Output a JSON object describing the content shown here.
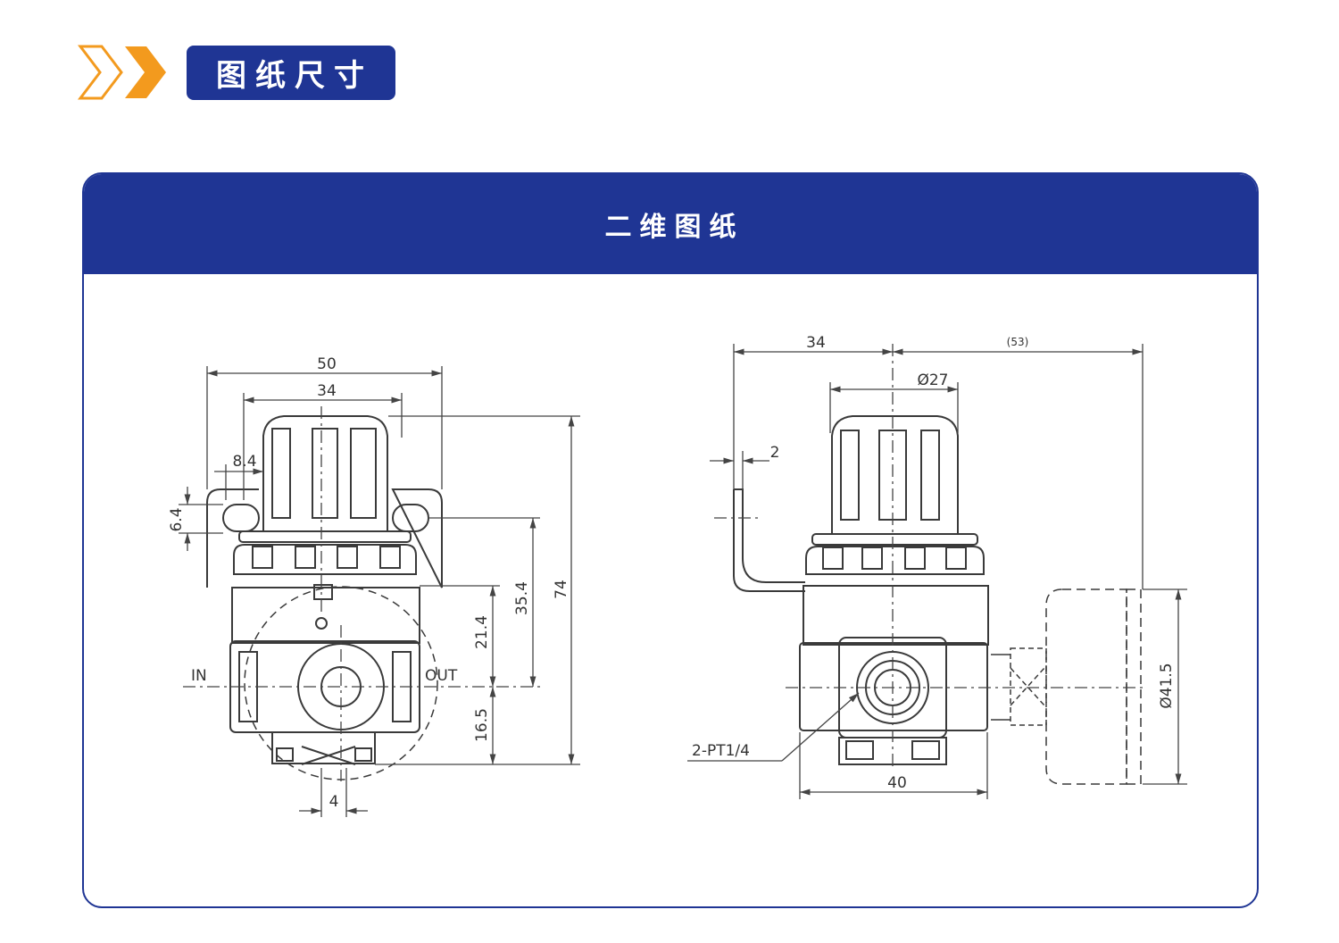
{
  "header": {
    "title": "图纸尺寸",
    "icon": "double-chevron-icon",
    "accent": "#f39a1e",
    "brand": "#1f3594"
  },
  "card": {
    "title": "二维图纸"
  },
  "front_view": {
    "dims": {
      "width_50": "50",
      "width_34": "34",
      "offset_8_4": "8.4",
      "slot_6_4": "6.4",
      "h_35_4": "35.4",
      "h_74": "74",
      "h_21_4": "21.4",
      "h_16_5": "16.5",
      "w_4": "4"
    },
    "labels": {
      "in": "IN",
      "out": "OUT"
    }
  },
  "side_view": {
    "dims": {
      "w_34": "34",
      "w_53": "(53)",
      "dia_27": "Ø27",
      "t_2": "2",
      "w_40": "40",
      "dia_41_5": "Ø41.5"
    },
    "port_label": "2-PT1/4"
  }
}
